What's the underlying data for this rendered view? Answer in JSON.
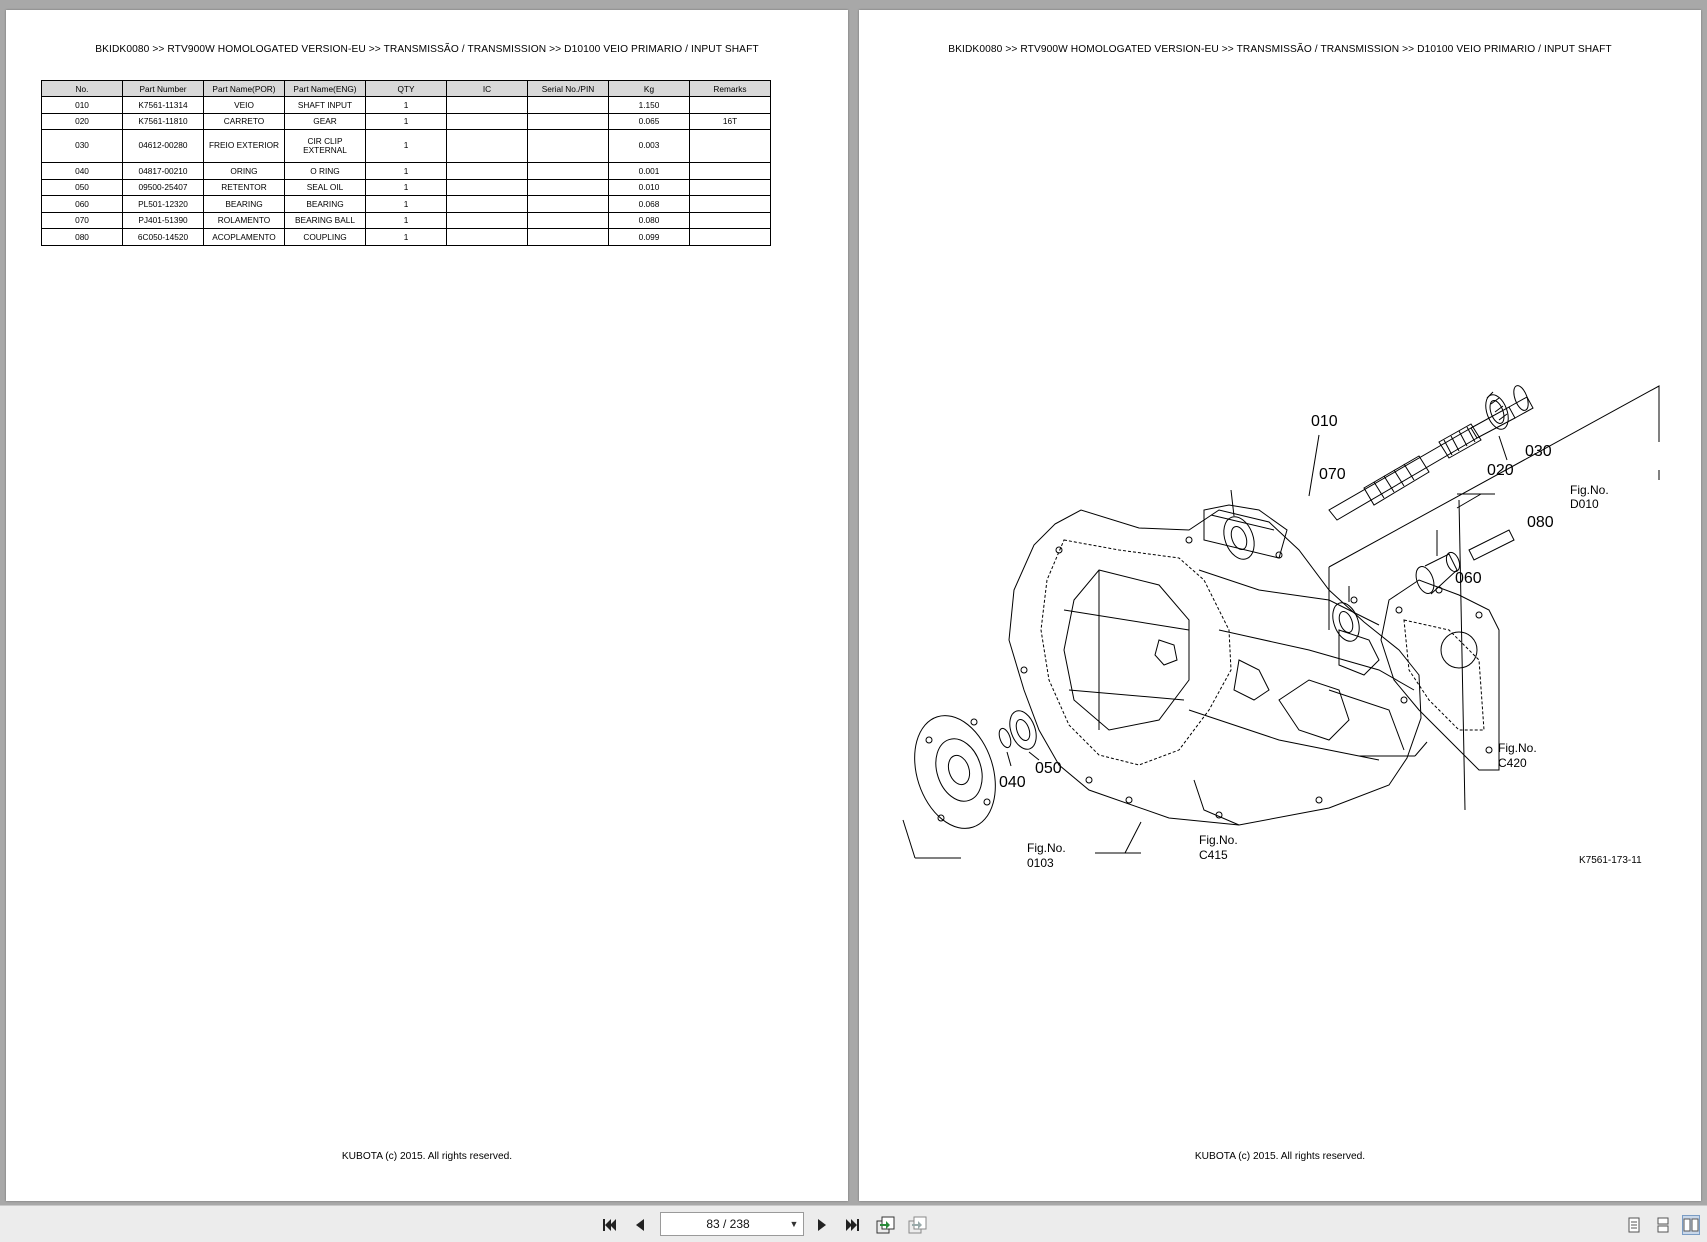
{
  "document": {
    "breadcrumb": "BKIDK0080 >> RTV900W HOMOLOGATED VERSION-EU >> TRANSMISSÃO / TRANSMISSION >> D10100   VEIO PRIMARIO / INPUT SHAFT",
    "footer": "KUBOTA (c) 2015. All rights reserved."
  },
  "table": {
    "headers": [
      "No.",
      "Part Number",
      "Part Name(POR)",
      "Part Name(ENG)",
      "QTY",
      "IC",
      "Serial No./PIN",
      "Kg",
      "Remarks"
    ],
    "rows": [
      [
        "010",
        "K7561-11314",
        "VEIO",
        "SHAFT INPUT",
        "1",
        "",
        "",
        "1.150",
        ""
      ],
      [
        "020",
        "K7561-11810",
        "CARRETO",
        "GEAR",
        "1",
        "",
        "",
        "0.065",
        "16T"
      ],
      [
        "030",
        "04612-00280",
        "FREIO EXTERIOR",
        "CIR CLIP EXTERNAL",
        "1",
        "",
        "",
        "0.003",
        ""
      ],
      [
        "040",
        "04817-00210",
        "ORING",
        "O RING",
        "1",
        "",
        "",
        "0.001",
        ""
      ],
      [
        "050",
        "09500-25407",
        "RETENTOR",
        "SEAL OIL",
        "1",
        "",
        "",
        "0.010",
        ""
      ],
      [
        "060",
        "PL501-12320",
        "BEARING",
        "BEARING",
        "1",
        "",
        "",
        "0.068",
        ""
      ],
      [
        "070",
        "PJ401-51390",
        "ROLAMENTO",
        "BEARING BALL",
        "1",
        "",
        "",
        "0.080",
        ""
      ],
      [
        "080",
        "6C050-14520",
        "ACOPLAMENTO",
        "COUPLING",
        "1",
        "",
        "",
        "0.099",
        ""
      ]
    ]
  },
  "diagram": {
    "callouts": {
      "c010": "010",
      "c020": "020",
      "c030": "030",
      "c040": "040",
      "c050": "050",
      "c060": "060",
      "c070": "070",
      "c080": "080"
    },
    "fig_refs": {
      "d010_label": "Fig.No.",
      "d010_num": "D010",
      "c420_label": "Fig.No.",
      "c420_num": "C420",
      "c415_label": "Fig.No.",
      "c415_num": "C415",
      "f0103_label": "Fig.No.",
      "f0103_num": "0103"
    },
    "drawing_code": "K7561-173-11"
  },
  "viewer": {
    "page_indicator": "83 / 238",
    "icons": {
      "first": "first-page-icon",
      "prev": "prev-page-icon",
      "next": "next-page-icon",
      "last": "last-page-icon",
      "dropdown": "chevron-down-icon"
    }
  }
}
